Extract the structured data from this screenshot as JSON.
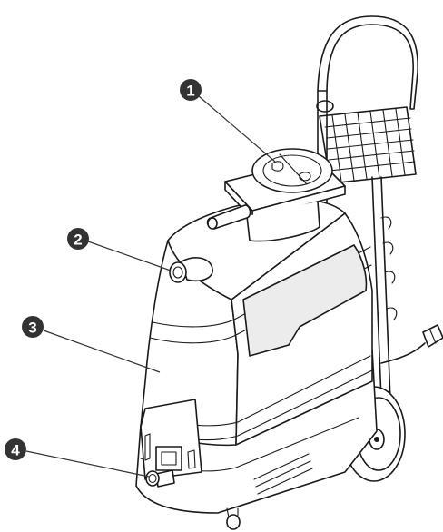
{
  "callouts": [
    {
      "id": "1",
      "label": "1"
    },
    {
      "id": "2",
      "label": "2"
    },
    {
      "id": "3",
      "label": "3"
    },
    {
      "id": "4",
      "label": "4"
    }
  ],
  "colors": {
    "line": "#1a1a1a",
    "callout": "#333333",
    "background": "#ffffff"
  }
}
